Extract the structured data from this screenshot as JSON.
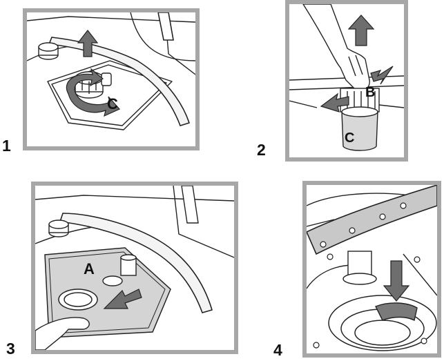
{
  "steps": [
    {
      "number": "1",
      "labels": {
        "c": "C"
      }
    },
    {
      "number": "2",
      "labels": {
        "b": "B",
        "c": "C"
      }
    },
    {
      "number": "3",
      "labels": {
        "a": "A"
      }
    },
    {
      "number": "4",
      "labels": {}
    }
  ],
  "colors": {
    "frame": "#a7a7a7",
    "line": "#222222",
    "arrow": "#6e6e6e",
    "filter_plate": "#d4d4d4",
    "wash_arm": "#c8c8c8"
  }
}
